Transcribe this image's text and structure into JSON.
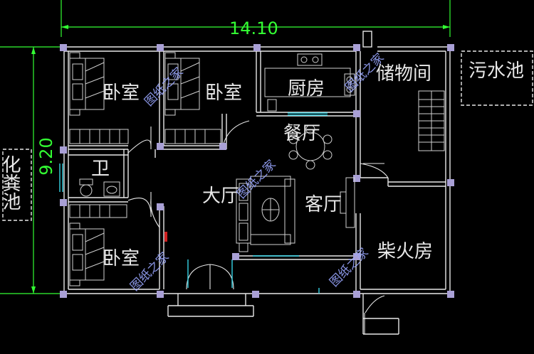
{
  "dimensions": {
    "width_label": "14.10",
    "height_label": "9.20"
  },
  "rooms": {
    "bedroom_1": "卧室",
    "bedroom_2": "卧室",
    "bedroom_3": "卧室",
    "kitchen": "厨房",
    "storage": "储物间",
    "sewage_tank": "污水池",
    "septic_tank": "化粪池",
    "bathroom": "卫",
    "dining": "餐厅",
    "main_hall": "大厅",
    "living_room": "客厅",
    "firewood_room": "柴火房"
  },
  "watermark": "图纸之家",
  "colors": {
    "background": "#000000",
    "wall": "#e8e8e8",
    "dimension": "#33ff33",
    "column": "#a9a0d6",
    "furniture": "#d0d0d0",
    "window": "#35d4e6",
    "watermark": "#9aa7ff"
  }
}
